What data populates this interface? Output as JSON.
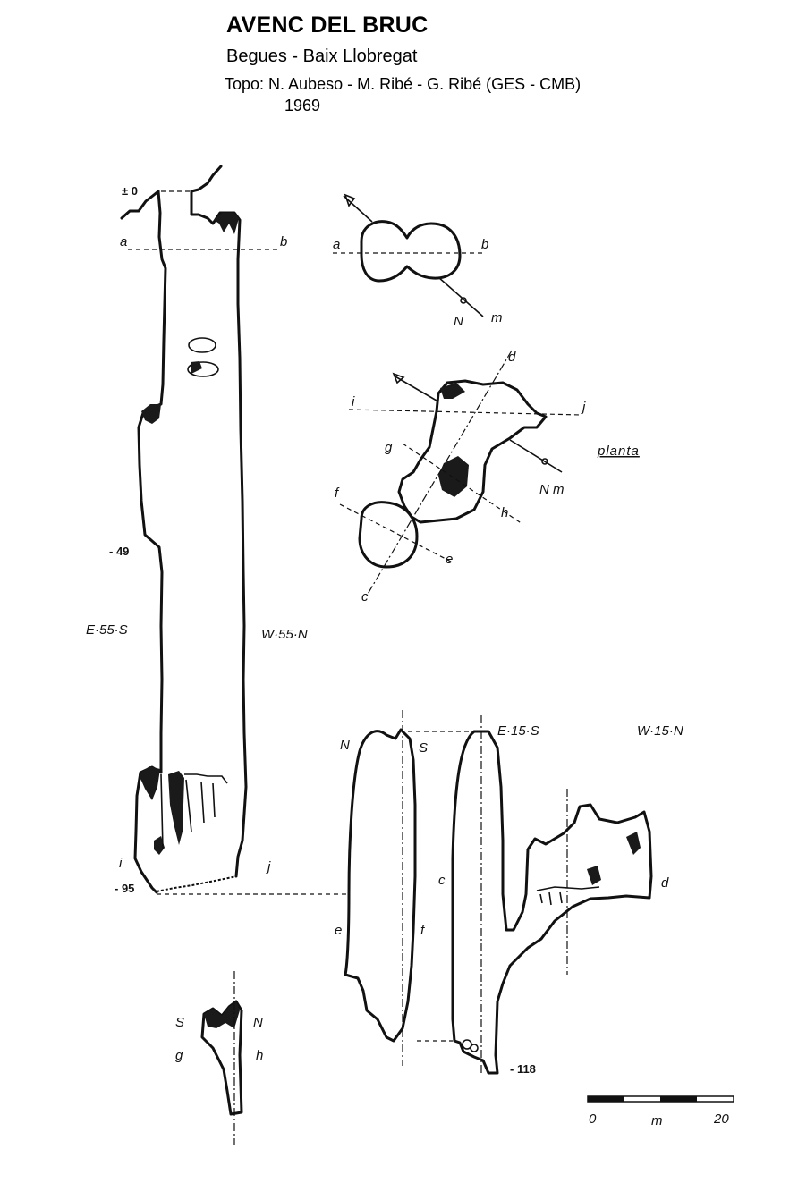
{
  "header": {
    "title": "AVENC DEL BRUC",
    "subtitle": "Begues - Baix Llobregat",
    "credits": "Topo: N. Aubeso - M. Ribé - G. Ribé (GES - CMB)",
    "year": "1969"
  },
  "depths": {
    "top": "± 0",
    "mid": "- 49",
    "bottom_left": "- 95",
    "bottom_right": "- 118"
  },
  "sections": {
    "a": "a",
    "b": "b",
    "c": "c",
    "d": "d",
    "e": "e",
    "f": "f",
    "g": "g",
    "h": "h",
    "i": "i",
    "j": "j"
  },
  "orientations": {
    "left_profile_west": "E·55·S",
    "left_profile_east": "W·55·N",
    "right_profile_west": "E·15·S",
    "right_profile_east": "W·15·N",
    "north_short": "N",
    "south_short": "S",
    "north_m": "N",
    "m_label": "m",
    "north_m2": "N m"
  },
  "plan_label": "planta",
  "scale": {
    "start": "0",
    "unit": "m",
    "end": "20"
  },
  "colors": {
    "ink": "#111111",
    "paper": "#ffffff"
  }
}
